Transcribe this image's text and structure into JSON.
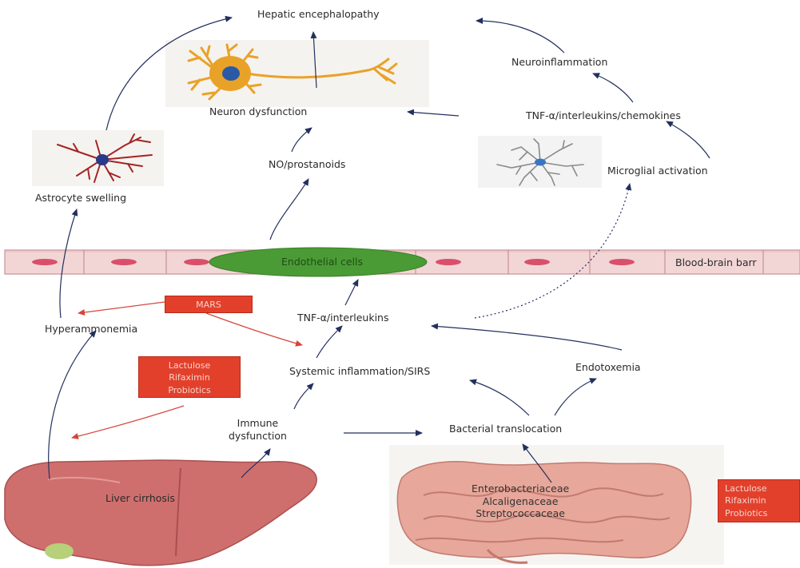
{
  "nodes": {
    "hepatic_encephalopathy": "Hepatic encephalopathy",
    "neuroinflammation": "Neuroinflammation",
    "neuron_dysfunction": "Neuron dysfunction",
    "tnf_interleukins_chemokines": "TNF-α/interleukins/chemokines",
    "no_prostanoids": "NO/prostanoids",
    "microglial_activation": "Microglial activation",
    "astrocyte_swelling": "Astrocyte swelling",
    "endothelial_cells": "Endothelial cells",
    "blood_brain_barrier": "Blood-brain barr",
    "tnf_interleukins": "TNF-α/interleukins",
    "hyperammonemia": "Hyperammonemia",
    "systemic_inflammation": "Systemic inflammation/SIRS",
    "endotoxemia": "Endotoxemia",
    "immune_dysfunction": [
      "Immune",
      "dysfunction"
    ],
    "bacterial_translocation": "Bacterial translocation",
    "liver_cirrhosis": "Liver cirrhosis",
    "gut_bacteria": [
      "Enterobacteriaceae",
      "Alcaligenaceae",
      "Streptococcaceae"
    ]
  },
  "treatments": {
    "mars": "MARS",
    "gut_therapy": [
      "Lactulose",
      "Rifaximin",
      "Probiotics"
    ],
    "gut_therapy_right": [
      "Lactulose",
      "Rifaximin",
      "Probiotics"
    ]
  },
  "colors": {
    "arrow": "#23305e",
    "treatment_arrow": "#d6453a",
    "treatment_box": "#e3402c",
    "endothelial_ellipse": "#4a9b35",
    "barrier": "#f2d6d6",
    "barrier_nucleus": "#d9506b",
    "neuron": "#e9a228",
    "neuron_nucleus": "#2a5aa6",
    "astrocyte": "#a32424",
    "liver": "#cf6f6d",
    "intestine": "#e7a79a"
  }
}
